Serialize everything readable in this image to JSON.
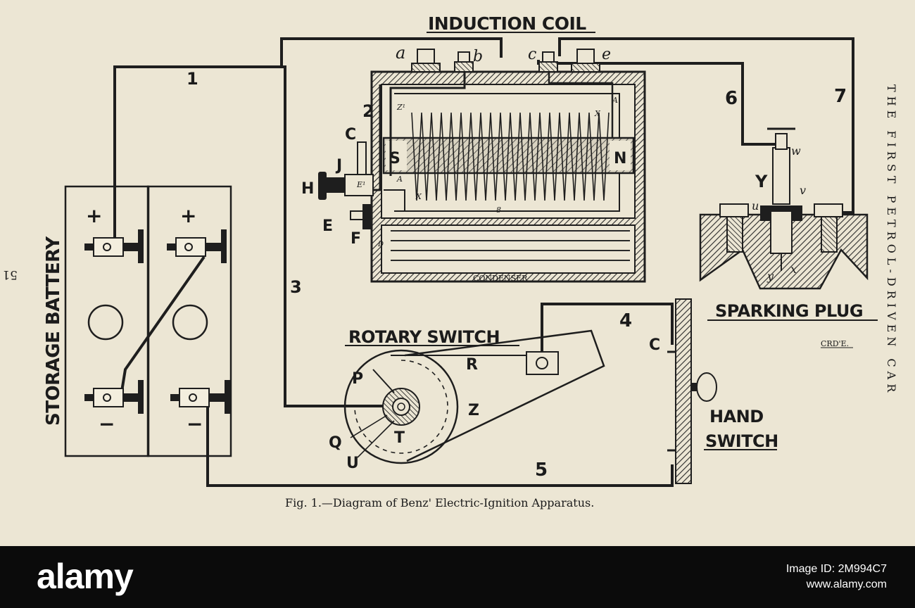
{
  "figure": {
    "induction_coil_title": "INDUCTION COIL",
    "sparking_plug_title": "SPARKING PLUG",
    "rotary_switch_title": "ROTARY SWITCH",
    "hand_switch_title_1": "HAND",
    "hand_switch_title_2": "SWITCH",
    "storage_battery_title": "STORAGE BATTERY",
    "condenser_label": "CONDENSER",
    "caption": "Fig. 1.—Diagram of Benz' Electric-Ignition Apparatus.",
    "side_title": "THE FIRST PETROL-DRIVEN CAR",
    "page_number": "51",
    "signature": "CRD'E.",
    "wire_numbers": [
      "1",
      "2",
      "3",
      "4",
      "5",
      "6",
      "7"
    ],
    "terminal_letters": [
      "a",
      "b",
      "c",
      "e"
    ],
    "coil_letters": [
      "C",
      "S",
      "N",
      "H",
      "J",
      "E",
      "F",
      "E¹",
      "A",
      "A",
      "X",
      "X",
      "Z¹",
      "8",
      "D"
    ],
    "plug_letters": [
      "w",
      "Y",
      "u",
      "v",
      "y",
      "x"
    ],
    "switch_letters": [
      "P",
      "R",
      "Z",
      "Q",
      "T",
      "U",
      "C"
    ],
    "battery_signs": [
      "+",
      "+",
      "−",
      "−"
    ]
  },
  "footer": {
    "logo": "alamy",
    "line1": "Image ID: 2M994C7",
    "line2": "www.alamy.com"
  }
}
